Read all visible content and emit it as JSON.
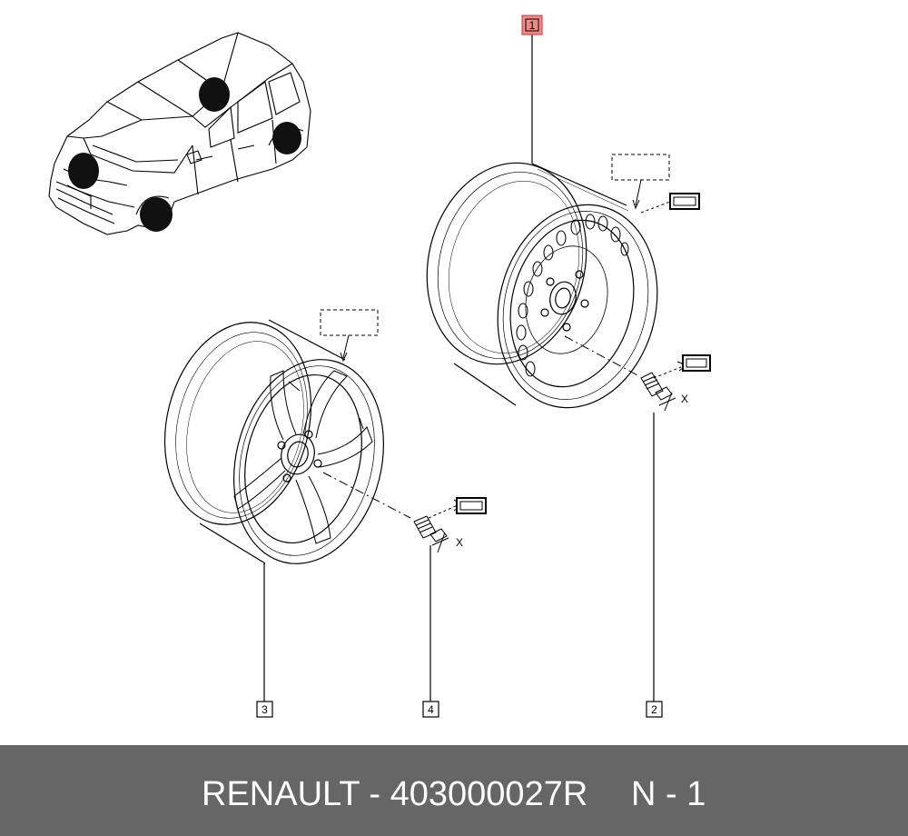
{
  "callouts": [
    {
      "number": "1",
      "highlighted": true
    },
    {
      "number": "2",
      "highlighted": false
    },
    {
      "number": "3",
      "highlighted": false
    },
    {
      "number": "4",
      "highlighted": false
    }
  ],
  "dimension_labels": {
    "bolt_2": "X",
    "bolt_4": "X"
  },
  "footer": {
    "brand_part": "RENAULT - 403000027R",
    "page": "N - 1"
  },
  "colors": {
    "footer_bg": "#666666",
    "footer_text": "#ffffff",
    "callout_highlight": "#f08a8a",
    "line": "#000000"
  }
}
